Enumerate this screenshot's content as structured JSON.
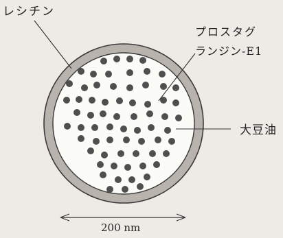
{
  "labels": {
    "lecithin": "レシチン",
    "prostaglandin_line1": "プロスタグ",
    "prostaglandin_line2": "ランジン-E1",
    "soybean_oil": "大豆油",
    "scale": "200 nm"
  },
  "colors": {
    "background": "#eeeae6",
    "shell_fill": "#b9b3ad",
    "outline": "#3a3a3a",
    "core_fill": "#fbfbf8",
    "droplet": "#4f4f4f",
    "line": "#333333"
  }
}
